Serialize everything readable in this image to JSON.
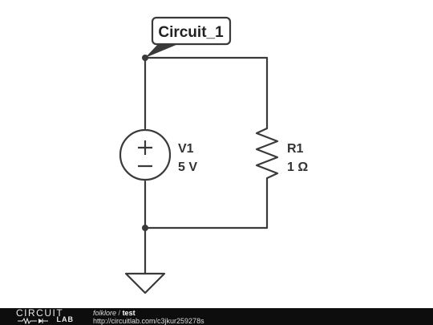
{
  "net_tag": {
    "label": "Circuit_1"
  },
  "components": {
    "source": {
      "name": "V1",
      "value": "5 V"
    },
    "resistor": {
      "name": "R1",
      "value": "1 Ω"
    }
  },
  "footer": {
    "logo": {
      "top": "CIRCUIT",
      "bottom": "LAB"
    },
    "user": "folklore",
    "separator": "/",
    "circuit_name": "test",
    "url": "http://circuitlab.com/c3jkur259278s"
  },
  "colors": {
    "wire": "#3a3a3a",
    "footer_bg": "#0d0d0d",
    "tag_fill": "#3a3a3a"
  }
}
